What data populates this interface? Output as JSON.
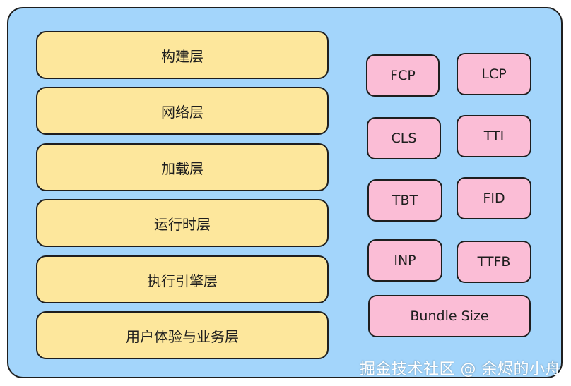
{
  "colors": {
    "panel_bg": "#a3d5fb",
    "layer_bg": "#fde79c",
    "metric_bg": "#fbbdd6",
    "stroke": "#1e1e1e",
    "watermark": "#ffffff"
  },
  "layers": [
    {
      "label": "构建层"
    },
    {
      "label": "网络层"
    },
    {
      "label": "加载层"
    },
    {
      "label": "运行时层"
    },
    {
      "label": "执行引擎层"
    },
    {
      "label": "用户体验与业务层"
    }
  ],
  "metrics": [
    {
      "label": "FCP"
    },
    {
      "label": "LCP"
    },
    {
      "label": "CLS"
    },
    {
      "label": "TTI"
    },
    {
      "label": "TBT"
    },
    {
      "label": "FID"
    },
    {
      "label": "INP"
    },
    {
      "label": "TTFB"
    },
    {
      "label": "Bundle Size"
    }
  ],
  "watermark": "掘金技术社区 @ 余烬的小舟"
}
